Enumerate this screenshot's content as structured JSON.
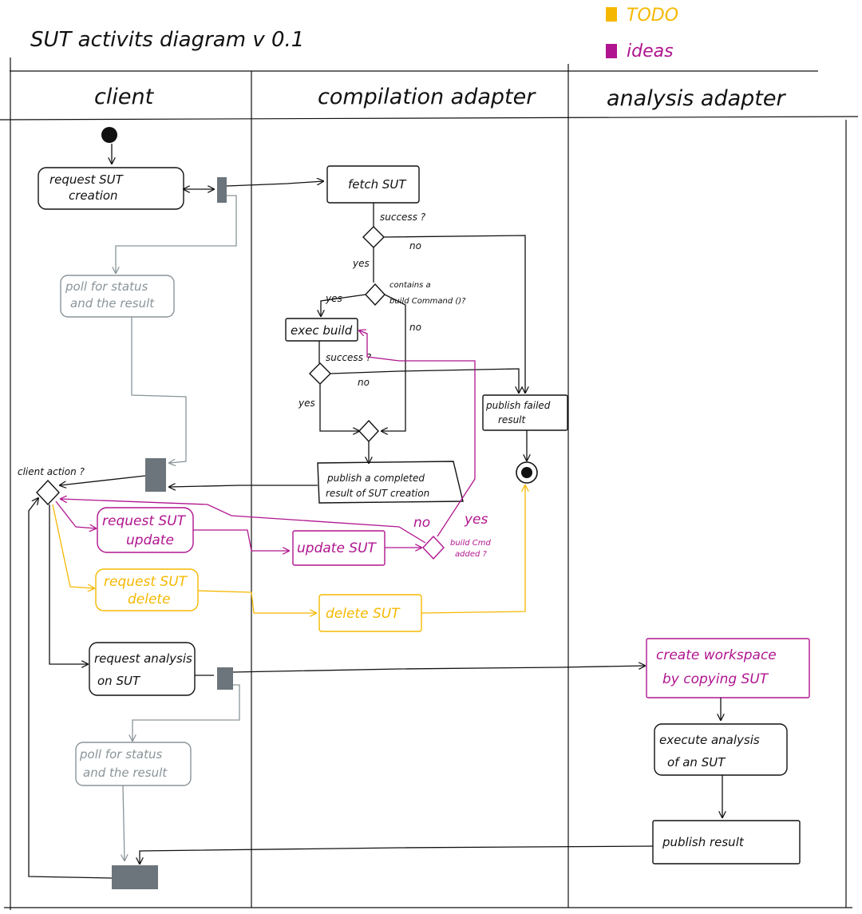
{
  "title": "SUT activits diagram v 0.1",
  "legend": [
    {
      "label": "TODO",
      "color": "#f5b800"
    },
    {
      "label": "ideas",
      "color": "#b0158f"
    }
  ],
  "lanes": [
    "client",
    "compilation adapter",
    "analysis adapter"
  ],
  "nodes": {
    "request_creation": [
      "request SUT",
      "creation"
    ],
    "poll_1": [
      "poll for status",
      "and the result"
    ],
    "fetch": "fetch SUT",
    "exec_build": "exec build",
    "publish_failed": [
      "publish failed",
      "result"
    ],
    "publish_completed": [
      "publish a completed",
      "result of SUT creation"
    ],
    "request_update": [
      "request SUT",
      "update"
    ],
    "update": "update SUT",
    "request_delete": [
      "request SUT",
      "delete"
    ],
    "delete": "delete SUT",
    "request_analysis": [
      "request analysis",
      "on SUT"
    ],
    "poll_2": [
      "poll for status",
      "and the result"
    ],
    "create_workspace": [
      "create workspace",
      "by copying SUT"
    ],
    "execute_analysis": [
      "execute analysis",
      "of an SUT"
    ],
    "publish_result": "publish result"
  },
  "labels": {
    "success_1": "success ?",
    "no_1": "no",
    "yes_1": "yes",
    "contains_build": [
      "contains a",
      "build Command ()?"
    ],
    "yes_2": "yes",
    "no_2": "no",
    "success_2": "success ?",
    "no_3": "no",
    "yes_3": "yes",
    "client_action": "client action ?",
    "no_4": "no",
    "yes_4": "yes",
    "build_cmd_added": [
      "build Cmd",
      "added ?"
    ]
  },
  "colors": {
    "ink": "#111111",
    "gray": "#8a9499",
    "bar": "#6b757b",
    "todo": "#f5b800",
    "ideas": "#b0158f"
  }
}
